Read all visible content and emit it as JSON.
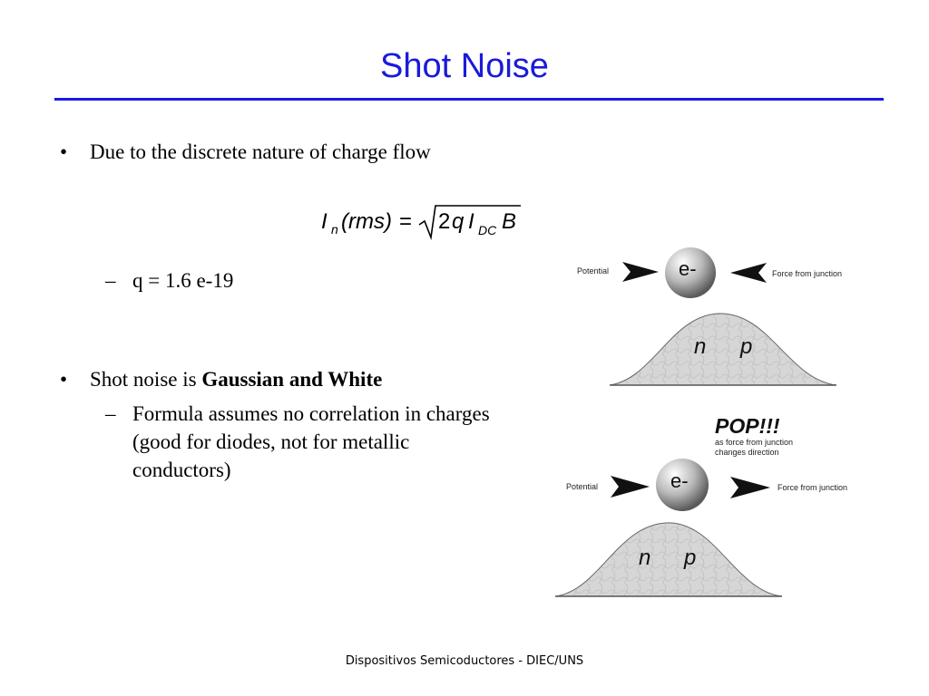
{
  "slide": {
    "title": "Shot Noise",
    "footer": "Dispositivos Semicoductores - DIEC/UNS"
  },
  "bullets": [
    {
      "marker": "•",
      "text": "Due to the discrete nature of charge flow"
    },
    {
      "marker": "–",
      "text": "q = 1.6 e-19"
    },
    {
      "marker": "•",
      "text_prefix": "Shot noise is ",
      "text_bold": "Gaussian and White"
    },
    {
      "marker": "–",
      "text": "Formula assumes no correlation in charges (good for diodes, not for metallic conductors)"
    }
  ],
  "formula": {
    "lhs_symbol": "I",
    "lhs_sub": "n",
    "lhs_arg": "(rms)",
    "equals": "=",
    "coef": "2",
    "q": "q",
    "i": "I",
    "i_sub": "DC",
    "b": "B"
  },
  "diagram": {
    "top": {
      "left_label": "Potential",
      "right_label": "Force from junction",
      "ball_label": "e-",
      "n_label": "n",
      "p_label": "p"
    },
    "pop": {
      "title": "POP!!!",
      "line1": "as force from junction",
      "line2": "changes direction"
    },
    "bottom": {
      "left_label": "Potential",
      "right_label": "Force from junction",
      "ball_label": "e-",
      "n_label": "n",
      "p_label": "p"
    }
  }
}
